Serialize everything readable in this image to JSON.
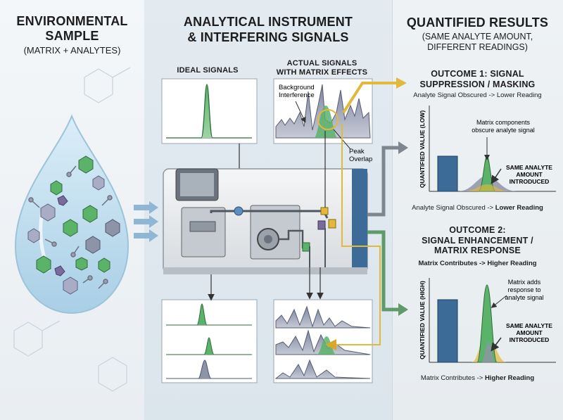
{
  "left": {
    "title_line1": "ENVIRONMENTAL",
    "title_line2": "SAMPLE",
    "subtitle": "(MATRIX + ANALYTES)"
  },
  "middle": {
    "title_line1": "ANALYTICAL INSTRUMENT",
    "title_line2": "& INTERFERING SIGNALS",
    "ideal_label": "IDEAL SIGNALS",
    "actual_label_line1": "ACTUAL SIGNALS",
    "actual_label_line2": "WITH MATRIX EFFECTS",
    "bg_interference_line1": "Background",
    "bg_interference_line2": "Interference",
    "peak_overlap_line1": "Peak",
    "peak_overlap_line2": "Overlap"
  },
  "right": {
    "title": "QUANTIFIED RESULTS",
    "subtitle_line1": "(SAME ANALYTE AMOUNT,",
    "subtitle_line2": "DIFFERENT READINGS)",
    "outcome1": {
      "title_line1": "OUTCOME 1: SIGNAL",
      "title_line2": "SUPPRESSION / MASKING",
      "desc": "Analyte Signal Obscured -> Lower Reading",
      "ylabel": "QUANTIFIED VALUE (LOW)",
      "note_line1": "Matrix components",
      "note_line2": "obscure analyte signal",
      "same_line1": "SAME ANALYTE",
      "same_line2": "AMOUNT",
      "same_line3": "INTRODUCED",
      "footer_prefix": "Analyte Signal Obscured -> ",
      "footer_bold": "Lower Reading"
    },
    "outcome2": {
      "title_line1": "OUTCOME 2:",
      "title_line2": "SIGNAL ENHANCEMENT /",
      "title_line3": "MATRIX RESPONSE",
      "desc": "Matrix Contributes -> Higher Reading",
      "ylabel": "QUANTIFIED VALUE (HIGH)",
      "note_line1": "Matrix adds",
      "note_line2": "response to",
      "note_line3": "analyte signal",
      "same_line1": "SAME ANALYTE",
      "same_line2": "AMOUNT",
      "same_line3": "INTRODUCED",
      "footer_prefix": "Matrix Contributes -> ",
      "footer_bold": "Higher Reading"
    }
  },
  "colors": {
    "analyte_green": "#5bb36a",
    "matrix_gray": "#8e94a8",
    "bar_blue": "#3d6b97",
    "arrow_gray": "#7d8790",
    "arrow_green": "#5f9a6a",
    "gold": "#e2b93b"
  }
}
